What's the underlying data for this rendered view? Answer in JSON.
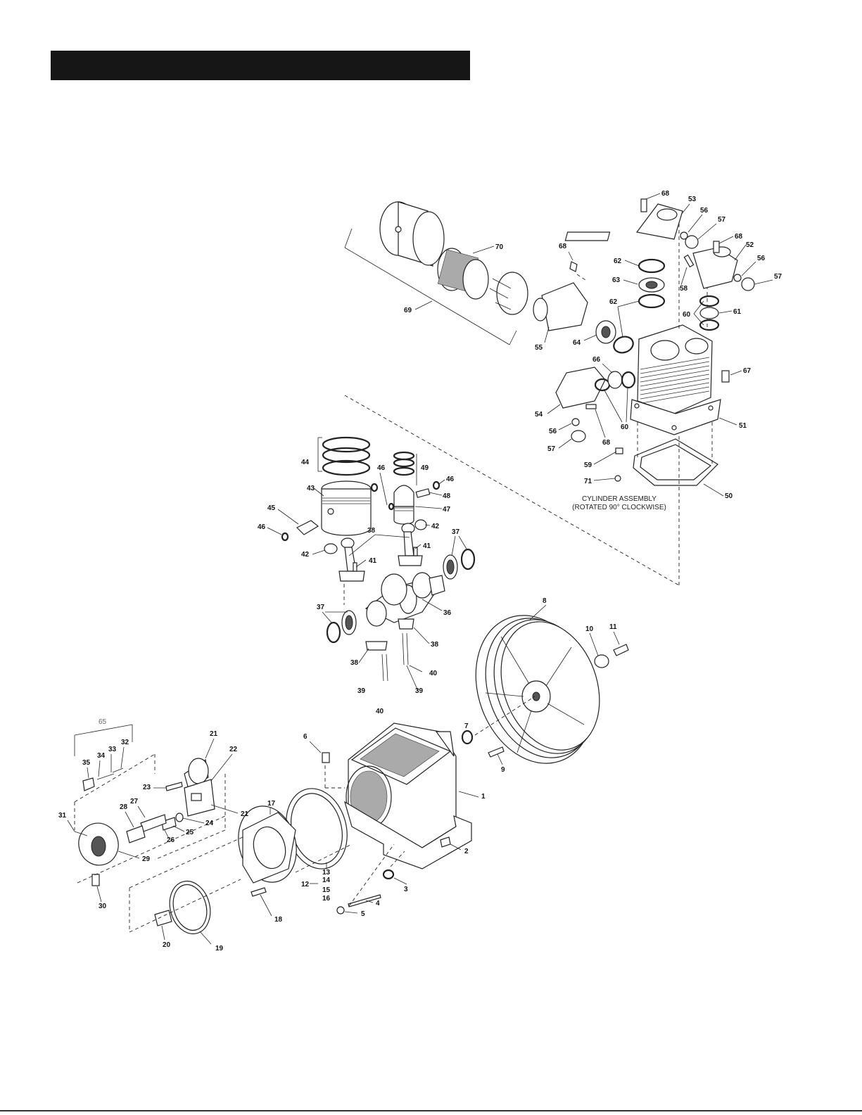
{
  "page": {
    "header_text": ""
  },
  "diagram": {
    "callouts": {
      "c1": "1",
      "c2": "2",
      "c3": "3",
      "c4": "4",
      "c5": "5",
      "c6": "6",
      "c7": "7",
      "c8": "8",
      "c9": "9",
      "c10": "10",
      "c11": "11",
      "c12": "12",
      "c13": "13",
      "c14": "14",
      "c15": "15",
      "c16": "16",
      "c17": "17",
      "c18": "18",
      "c19": "19",
      "c20": "20",
      "c21": "21",
      "c22": "22",
      "c23": "23",
      "c24": "24",
      "c25": "25",
      "c26": "26",
      "c27": "27",
      "c28": "28",
      "c29": "29",
      "c30": "30",
      "c31": "31",
      "c32": "32",
      "c33": "33",
      "c34": "34",
      "c35": "35",
      "c36": "36",
      "c37": "37",
      "c38": "38",
      "c39": "39",
      "c40": "40",
      "c41": "41",
      "c42": "42",
      "c43": "43",
      "c44": "44",
      "c45": "45",
      "c46": "46",
      "c47": "47",
      "c48": "48",
      "c49": "49",
      "c50": "50",
      "c51": "51",
      "c52": "52",
      "c53": "53",
      "c54": "54",
      "c55": "55",
      "c56": "56",
      "c57": "57",
      "c58": "58",
      "c59": "59",
      "c60": "60",
      "c61": "61",
      "c62": "62",
      "c63": "63",
      "c64": "64",
      "c65": "65",
      "c66": "66",
      "c67": "67",
      "c68": "68",
      "c69": "69",
      "c70": "70",
      "c71": "71"
    },
    "cylinder_caption_line1": "CYLINDER ASSEMBLY",
    "cylinder_caption_line2": "(ROTATED 90° CLOCKWISE)"
  }
}
